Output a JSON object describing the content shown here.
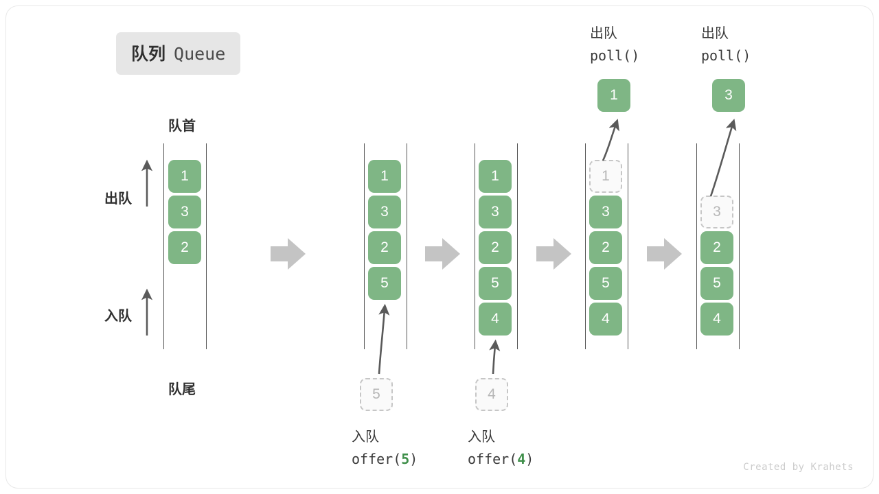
{
  "title": {
    "cn": "队列",
    "en": "Queue"
  },
  "labels": {
    "front": "队首",
    "rear": "队尾",
    "dequeue": "出队",
    "enqueue": "入队"
  },
  "operations": [
    {
      "name": "offer-5",
      "cn": "入队",
      "code_prefix": "offer(",
      "code_value": "5",
      "code_suffix": ")"
    },
    {
      "name": "offer-4",
      "cn": "入队",
      "code_prefix": "offer(",
      "code_value": "4",
      "code_suffix": ")"
    },
    {
      "name": "poll-1",
      "cn": "出队",
      "code_prefix": "poll(",
      "code_value": "",
      "code_suffix": ")"
    },
    {
      "name": "poll-2",
      "cn": "出队",
      "code_prefix": "poll(",
      "code_value": "",
      "code_suffix": ")"
    }
  ],
  "columns": [
    {
      "name": "queue-state-1",
      "cells": [
        {
          "value": "1",
          "state": "filled"
        },
        {
          "value": "3",
          "state": "filled"
        },
        {
          "value": "2",
          "state": "filled"
        }
      ]
    },
    {
      "name": "queue-state-2",
      "cells": [
        {
          "value": "1",
          "state": "filled"
        },
        {
          "value": "3",
          "state": "filled"
        },
        {
          "value": "2",
          "state": "filled"
        },
        {
          "value": "5",
          "state": "filled"
        }
      ]
    },
    {
      "name": "queue-state-3",
      "cells": [
        {
          "value": "1",
          "state": "filled"
        },
        {
          "value": "3",
          "state": "filled"
        },
        {
          "value": "2",
          "state": "filled"
        },
        {
          "value": "5",
          "state": "filled"
        },
        {
          "value": "4",
          "state": "filled"
        }
      ]
    },
    {
      "name": "queue-state-4",
      "cells": [
        {
          "value": "1",
          "state": "ghost"
        },
        {
          "value": "3",
          "state": "filled"
        },
        {
          "value": "2",
          "state": "filled"
        },
        {
          "value": "5",
          "state": "filled"
        },
        {
          "value": "4",
          "state": "filled"
        }
      ]
    },
    {
      "name": "queue-state-5",
      "cells": [
        {
          "value": "",
          "state": "empty"
        },
        {
          "value": "3",
          "state": "ghost"
        },
        {
          "value": "2",
          "state": "filled"
        },
        {
          "value": "5",
          "state": "filled"
        },
        {
          "value": "4",
          "state": "filled"
        }
      ]
    }
  ],
  "incoming": [
    {
      "name": "incoming-5",
      "value": "5"
    },
    {
      "name": "incoming-4",
      "value": "4"
    }
  ],
  "outgoing": [
    {
      "name": "outgoing-1",
      "value": "1"
    },
    {
      "name": "outgoing-3",
      "value": "3"
    }
  ],
  "colors": {
    "cell_fill": "#7fb685",
    "cell_text": "#ffffff",
    "ghost_border": "#c6c6c6",
    "ghost_text": "#b6b6b6",
    "rail": "#555555",
    "arrow": "#5a5a5a",
    "step_arrow": "#c4c4c4",
    "badge_bg": "#e6e6e6",
    "accent_green": "#3f8f4a"
  },
  "credit": "Created by Krahets"
}
